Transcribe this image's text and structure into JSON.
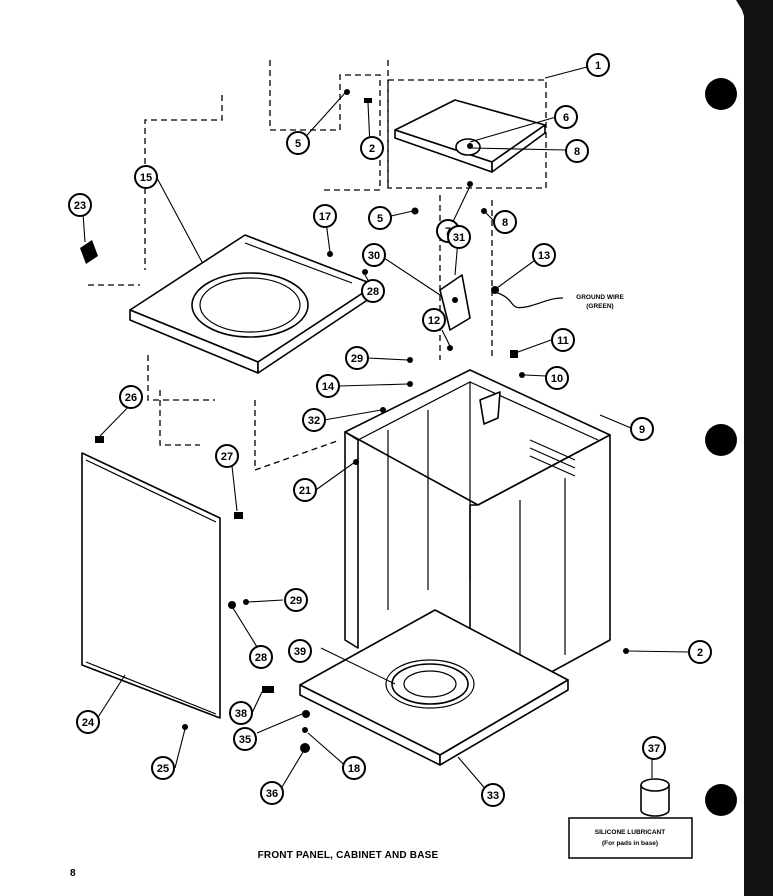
{
  "diagram": {
    "title": "FRONT PANEL, CABINET AND BASE",
    "page_number": "8",
    "ground_wire_label": [
      "GROUND WIRE",
      "(GREEN)"
    ],
    "lubricant_box": {
      "title": "SILICONE LUBRICANT",
      "subtitle": "(For pads in base)"
    },
    "callouts": [
      "1",
      "2",
      "2",
      "5",
      "5",
      "6",
      "7",
      "8",
      "8",
      "9",
      "10",
      "11",
      "12",
      "13",
      "14",
      "15",
      "17",
      "18",
      "21",
      "23",
      "24",
      "25",
      "26",
      "27",
      "28",
      "28",
      "29",
      "29",
      "30",
      "31",
      "32",
      "33",
      "35",
      "36",
      "37",
      "38",
      "39"
    ]
  }
}
